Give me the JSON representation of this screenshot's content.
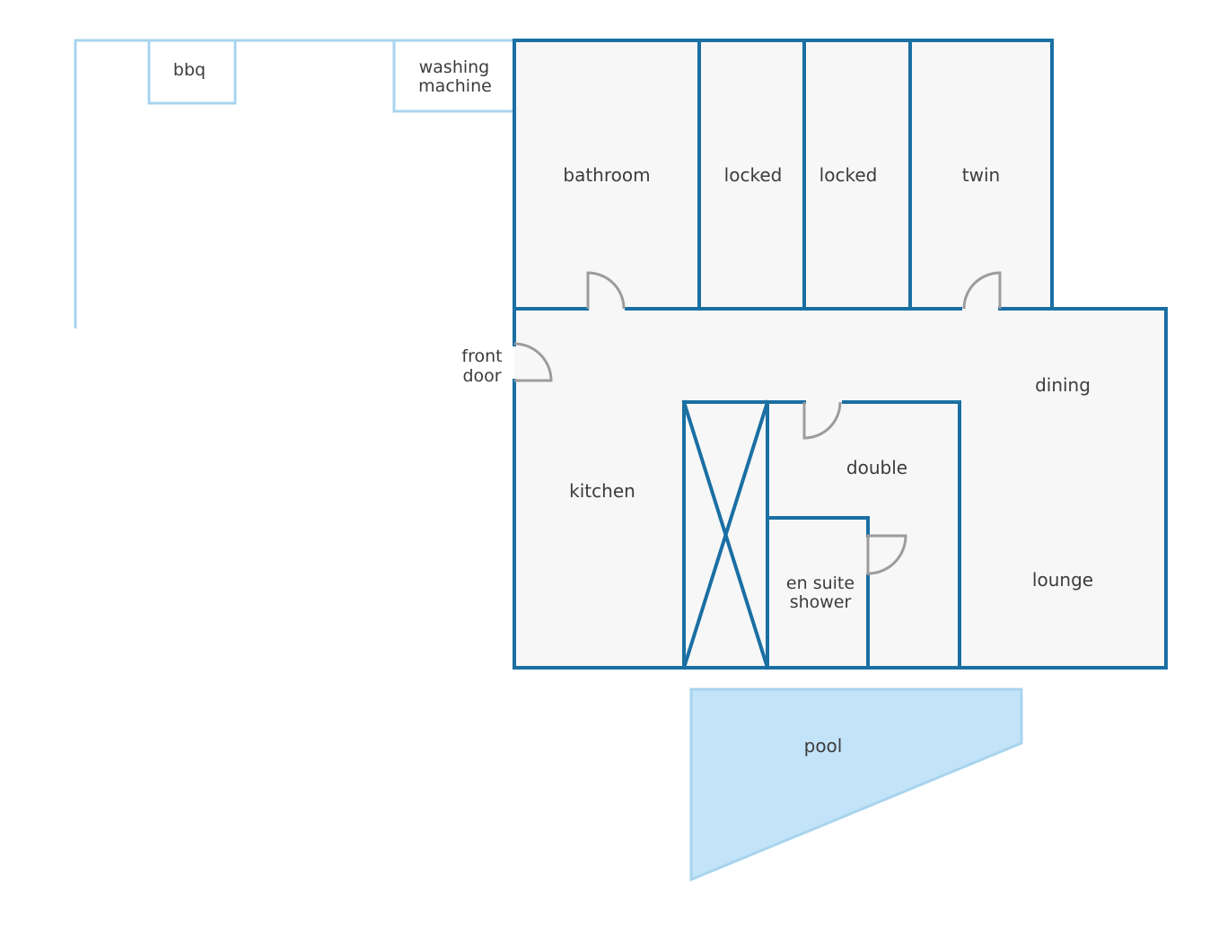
{
  "colors": {
    "wall": "#1a6fa3",
    "outdoor_line": "#a8d4ee",
    "floor": "#f7f7f7",
    "pool": "#c3e3f8",
    "door": "#9c9c9c",
    "text": "#3c3c3c"
  },
  "rooms": {
    "bathroom": "bathroom",
    "locked_1": "locked",
    "locked_2": "locked",
    "twin": "twin",
    "dining": "dining",
    "kitchen": "kitchen",
    "double": "double",
    "en_suite_line1": "en suite",
    "en_suite_line2": "shower",
    "lounge": "lounge"
  },
  "outdoor": {
    "bbq": "bbq",
    "washing_machine_line1": "washing",
    "washing_machine_line2": "machine",
    "pool": "pool"
  },
  "doors": {
    "front_door_line1": "front",
    "front_door_line2": "door"
  }
}
